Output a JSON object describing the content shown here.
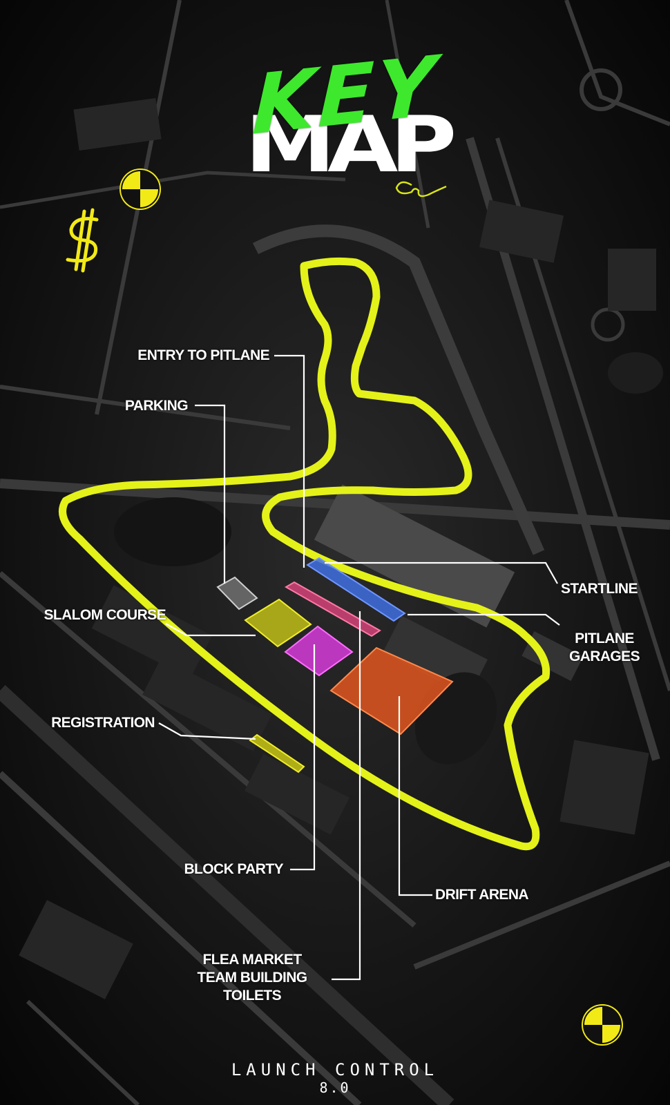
{
  "title": {
    "word1": "KEY",
    "word2": "MAP"
  },
  "labels": {
    "entry_to_pitlane": "ENTRY TO PITLANE",
    "parking": "PARKING",
    "slalom_course": "SLALOM COURSE",
    "registration": "REGISTRATION",
    "block_party": "BLOCK PARTY",
    "flea_market": "FLEA MARKET",
    "team_building": "TEAM BUILDING",
    "toilets": "TOILETS",
    "drift_arena": "DRIFT ARENA",
    "startline": "STARTLINE",
    "pitlane": "PITLANE",
    "garages": "GARAGES"
  },
  "footer": {
    "event": "LAUNCH CONTROL",
    "version": "8.0"
  },
  "colors": {
    "track": "#e4f21a",
    "title_key": "#3ee82d",
    "pitlane_zone": "#3f6fe0",
    "flea_zone": "#e0457e",
    "slalom_zone": "#c9c816",
    "block_party_zone": "#d63bd8",
    "drift_zone": "#e0561f",
    "registration_zone": "#c9c816",
    "parking_zone": "#9a9a9a"
  },
  "icons": [
    "crash-test-marker-icon",
    "dollar-doodle-icon"
  ]
}
